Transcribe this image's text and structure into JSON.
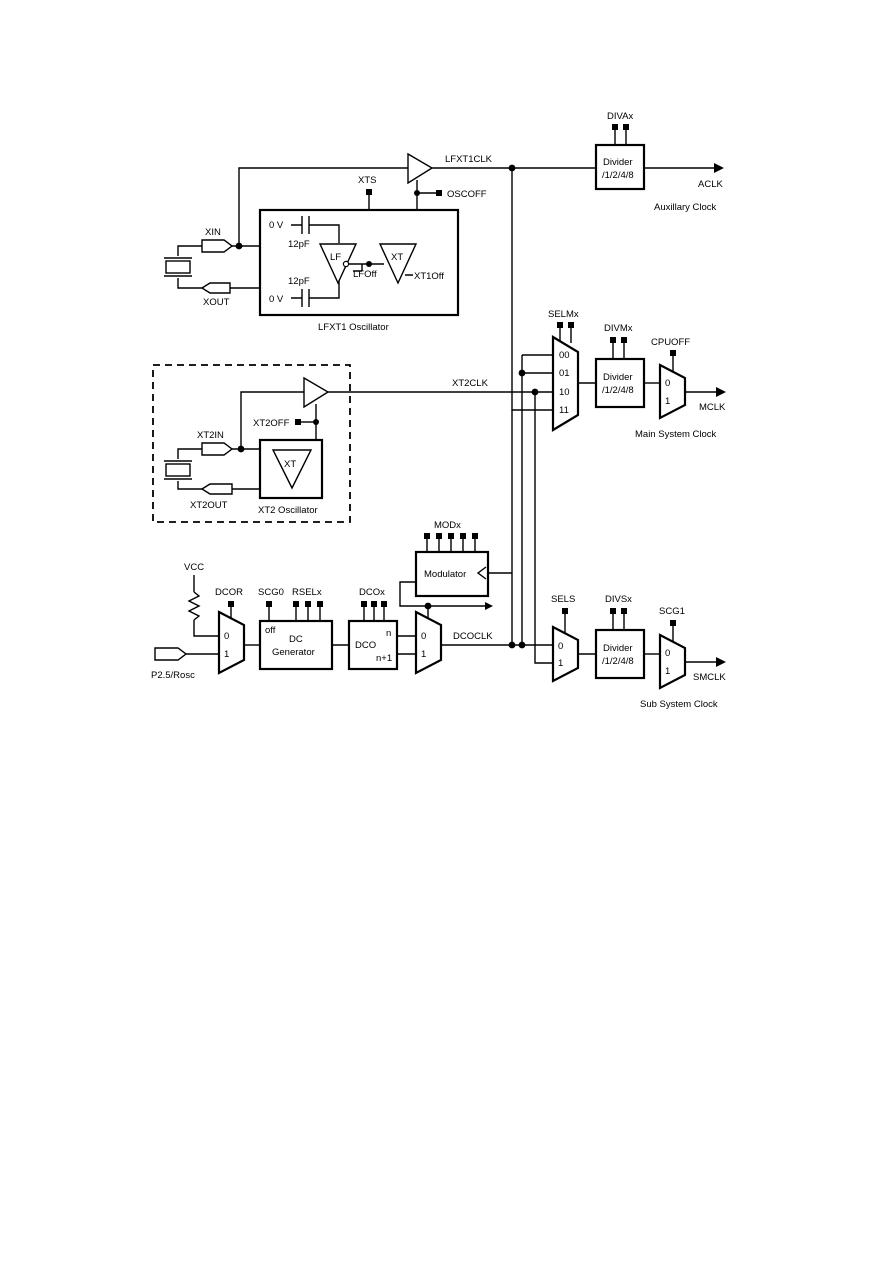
{
  "clock_labels": {
    "divax": "DIVAx",
    "divider_a": [
      "Divider",
      "/1/2/4/8"
    ],
    "aclk": "ACLK",
    "aux_clock": "Auxillary Clock",
    "lfxt1clk": "LFXT1CLK",
    "xts": "XTS",
    "oscoff": "OSCOFF",
    "xin": "XIN",
    "xout": "XOUT",
    "zero_v_1": "0 V",
    "zero_v_2": "0 V",
    "pf12_1": "12pF",
    "pf12_2": "12pF",
    "lf": "LF",
    "xt1": "XT",
    "lfoff": "LFOff",
    "xt1off": "XT1Off",
    "lfxt1_osc": "LFXT1 Oscillator",
    "selmx": "SELMx",
    "mux_m": [
      "00",
      "01",
      "10",
      "11"
    ],
    "divmx": "DIVMx",
    "divider_m": [
      "Divider",
      "/1/2/4/8"
    ],
    "cpuoff": "CPUOFF",
    "mux_cpu": [
      "0",
      "1"
    ],
    "mclk": "MCLK",
    "main_clock": "Main System Clock",
    "xt2clk": "XT2CLK",
    "xt2off": "XT2OFF",
    "xt2in": "XT2IN",
    "xt2out": "XT2OUT",
    "xt2": "XT",
    "xt2_osc": "XT2 Oscillator",
    "modx": "MODx",
    "modulator": "Modulator",
    "vcc": "VCC",
    "dcor": "DCOR",
    "scg0": "SCG0",
    "rselx": "RSELx",
    "dcox": "DCOx",
    "mux_dcor": [
      "0",
      "1"
    ],
    "off": "off",
    "dc_gen": [
      "DC",
      "Generator"
    ],
    "dco": "DCO",
    "dco_n": "n",
    "dco_n1": "n+1",
    "mux_dco": [
      "0",
      "1"
    ],
    "dcoclk": "DCOCLK",
    "p25": "P2.5/Rosc",
    "sels": "SELS",
    "mux_s": [
      "0",
      "1"
    ],
    "divsx": "DIVSx",
    "divider_s": [
      "Divider",
      "/1/2/4/8"
    ],
    "scg1": "SCG1",
    "mux_scg1": [
      "0",
      "1"
    ],
    "smclk": "SMCLK",
    "sub_clock": "Sub System Clock"
  }
}
